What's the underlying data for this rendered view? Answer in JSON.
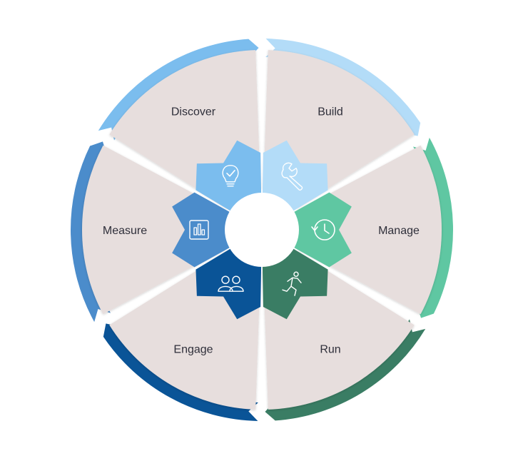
{
  "colors": {
    "segment_fill": "#e7dedd",
    "center": "#ffffff",
    "text": "#2f2f3a",
    "icon_stroke": "#ffffff"
  },
  "segments": [
    {
      "key": "discover",
      "label": "Discover",
      "color": "#7bbdee",
      "icon": "lightbulb-check-icon"
    },
    {
      "key": "build",
      "label": "Build",
      "color": "#b3dcf8",
      "icon": "wrench-icon"
    },
    {
      "key": "manage",
      "label": "Manage",
      "color": "#5fc7a2",
      "icon": "history-clock-icon"
    },
    {
      "key": "run",
      "label": "Run",
      "color": "#3a7d64",
      "icon": "running-person-icon"
    },
    {
      "key": "engage",
      "label": "Engage",
      "color": "#0a5497",
      "icon": "users-icon"
    },
    {
      "key": "measure",
      "label": "Measure",
      "color": "#4b8ccb",
      "icon": "bar-chart-icon"
    }
  ]
}
